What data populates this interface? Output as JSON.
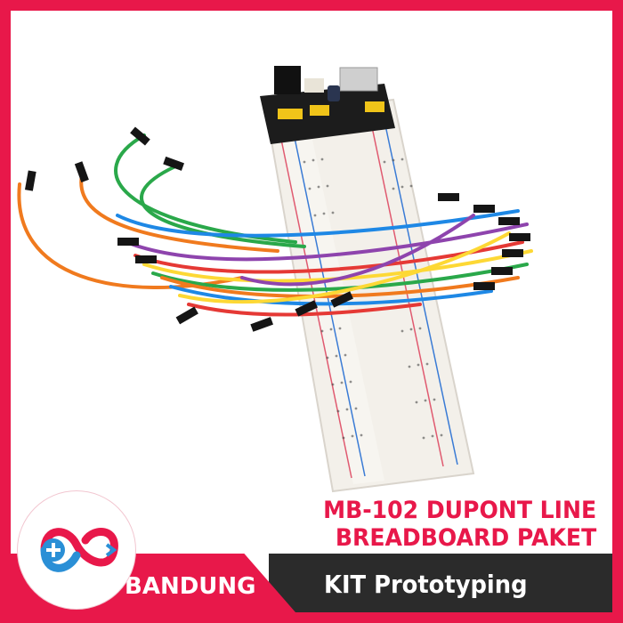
{
  "product": {
    "title_line1": "MB-102 DUPONT LINE",
    "title_line2": "BREADBOARD PAKET"
  },
  "banner": {
    "city": "BANDUNG",
    "category": "KIT Prototyping"
  },
  "colors": {
    "brand_red": "#e8184a",
    "bar_dark": "#2b2b2b",
    "logo_blue": "#2a8fd6",
    "logo_red": "#e8184a"
  },
  "icons": {
    "logo": "infinity-plus-logo-icon"
  }
}
